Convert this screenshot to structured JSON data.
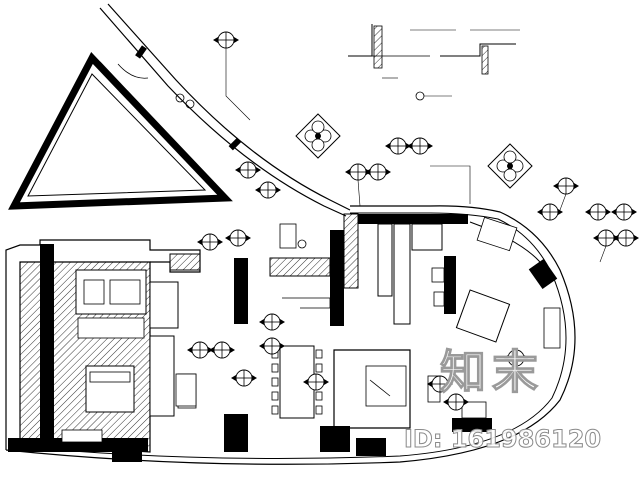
{
  "drawing": {
    "kind": "architectural floor plan",
    "line_color": "#000000",
    "background": "#ffffff",
    "hatch_color": "#000000"
  },
  "watermark": {
    "logo_text": "知末",
    "id_text": "ID: 161986120",
    "color": "#9a9a9a"
  },
  "icons": [
    "elevation-marker-icon",
    "section-callout-icon",
    "detail-symbol-icon"
  ]
}
